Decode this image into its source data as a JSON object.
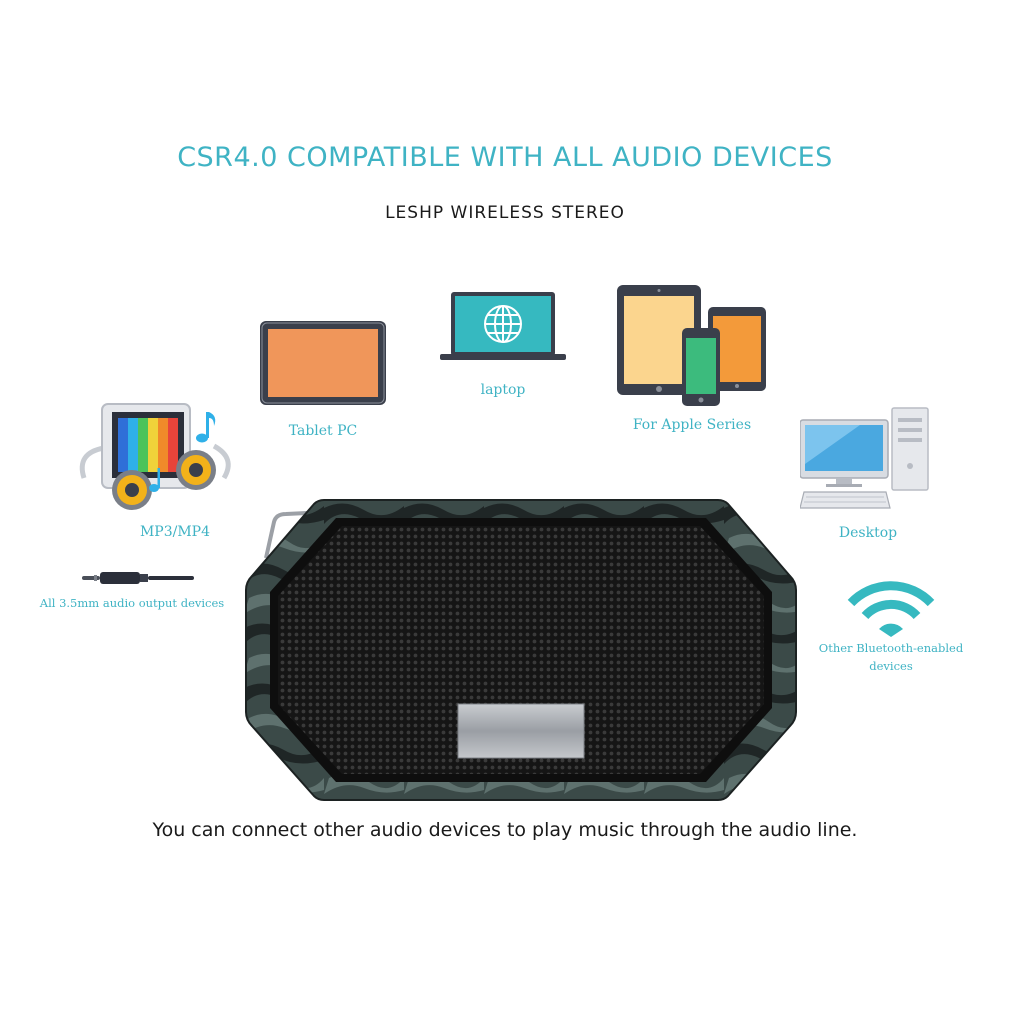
{
  "heading": "CSR4.0 COMPATIBLE WITH ALL AUDIO DEVICES",
  "subheading": "LESHP WIRELESS STEREO",
  "caption": "You can connect other audio devices to play music through the audio line.",
  "devices": {
    "tablet": "Tablet PC",
    "laptop": "laptop",
    "apple": "For Apple Series",
    "mp3": "MP3/MP4",
    "desktop": "Desktop",
    "aux": "All 3.5mm audio output devices",
    "bluetooth_line1": "Other Bluetooth-enabled",
    "bluetooth_line2": "devices"
  },
  "colors": {
    "accent": "#3fb3c4",
    "text": "#1a1a1a",
    "tablet_screen": "#f0965a",
    "device_frame": "#3a3f4b",
    "laptop_screen": "#36b9c0",
    "ipad_screen": "#fbd58e",
    "phone_screen": "#3cbb7d",
    "orange_screen": "#f39a3a"
  },
  "icons": [
    "tablet-icon",
    "laptop-icon",
    "globe-icon",
    "apple-devices-icon",
    "mp3-player-icon",
    "desktop-icon",
    "audio-cable-icon",
    "wifi-icon",
    "speaker-image"
  ]
}
